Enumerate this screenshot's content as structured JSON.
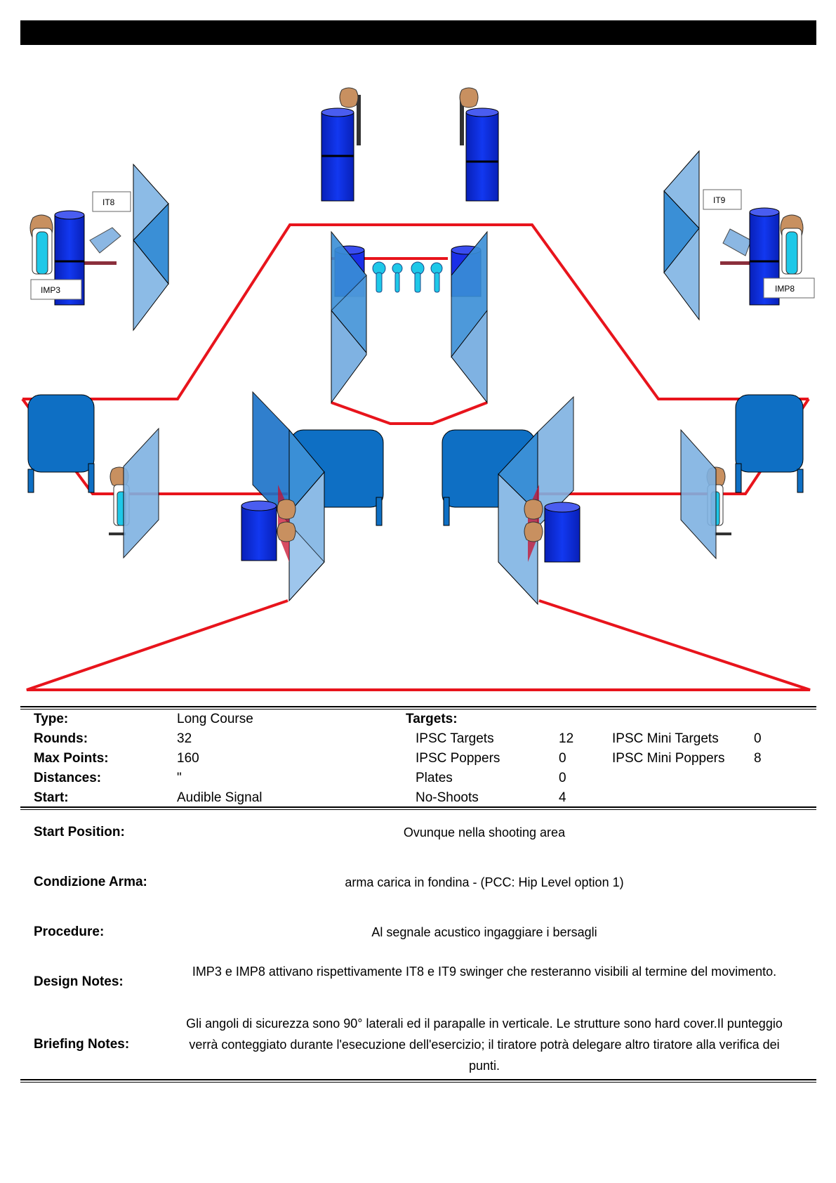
{
  "diagram": {
    "labels": {
      "it8": "IT8",
      "it9": "IT9",
      "imp3": "IMP3",
      "imp8": "IMP8"
    },
    "colors": {
      "fault_line": "#e8141c",
      "barrel": "#0b2fd6",
      "barrel_top": "#4a5df0",
      "wall_dark": "#0e6fc4",
      "wall_light": "#8cbbe6",
      "popper": "#1ec8e8",
      "target": "#c89060"
    }
  },
  "specs": {
    "type_label": "Type:",
    "type_value": "Long Course",
    "rounds_label": "Rounds:",
    "rounds_value": "32",
    "maxpoints_label": "Max Points:",
    "maxpoints_value": "160",
    "distances_label": "Distances:",
    "distances_value": "\"",
    "start_label": "Start:",
    "start_value": "Audible Signal",
    "targets_label": "Targets:",
    "ipsc_targets_label": "IPSC Targets",
    "ipsc_targets_value": "12",
    "ipsc_poppers_label": "IPSC Poppers",
    "ipsc_poppers_value": "0",
    "plates_label": "Plates",
    "plates_value": "0",
    "noshoots_label": "No-Shoots",
    "noshoots_value": "4",
    "mini_targets_label": "IPSC Mini Targets",
    "mini_targets_value": "0",
    "mini_poppers_label": "IPSC Mini Poppers",
    "mini_poppers_value": "8"
  },
  "briefing": {
    "start_position_label": "Start Position:",
    "start_position_value": "Ovunque nella shooting area",
    "condizione_label": "Condizione Arma:",
    "condizione_value": "arma carica in fondina - (PCC: Hip Level option 1)",
    "procedure_label": "Procedure:",
    "procedure_value": "Al segnale acustico ingaggiare i bersagli",
    "design_label": "Design Notes:",
    "design_value": "IMP3 e IMP8 attivano rispettivamente IT8 e IT9 swinger che resteranno visibili al termine del movimento.",
    "briefing_label": "Briefing Notes:",
    "briefing_value": "Gli angoli di sicurezza sono 90° laterali ed il parapalle in verticale. Le strutture sono hard cover.Il punteggio verrà conteggiato durante l'esecuzione dell'esercizio; il tiratore potrà delegare altro tiratore alla verifica  dei punti."
  }
}
